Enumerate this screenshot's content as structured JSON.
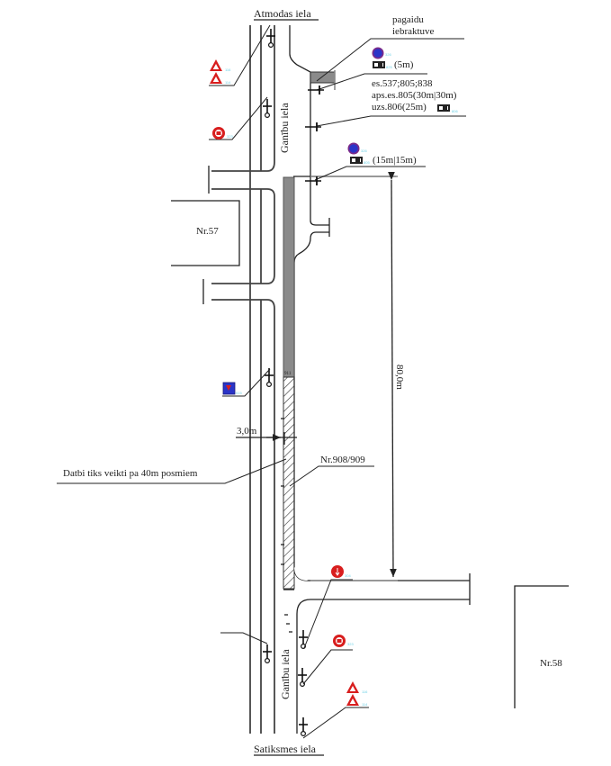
{
  "streets": {
    "top": "Atmodas  iela",
    "bottom": "Satiksmes  iela",
    "main_upper": "Ganību  iela",
    "main_lower": "Ganību  iela"
  },
  "buildings": {
    "left": "Nr.57",
    "right": "Nr.58"
  },
  "annotations": {
    "skip_label_line1": "pagaidu",
    "skip_label_line2": "iebraktuve",
    "sign_5m": "(5m)",
    "signs_line1": "es.537;805;838",
    "signs_line2": "aps.es.805(30m|30m)",
    "signs_line3": "uzs.806(25m)",
    "sign_15m": "(15m|15m)",
    "dimension_length": "80,0m",
    "dimension_width": "3,0m",
    "work_note": "Datbi tiks veikti pa 40m posmiem",
    "section_label": "Nr.908/909",
    "barrier_code": "911"
  },
  "sign_codes": {
    "warn_top": [
      "116",
      "114"
    ],
    "prohib_top_left": "323",
    "no_stop_1": "326",
    "plate_1": "825",
    "plate_2": "806",
    "no_stop_2": "326",
    "plate_3": "805",
    "info_left": "515",
    "stop_right": "304",
    "prohib_bottom": "323",
    "warn_bottom": [
      "116",
      "114"
    ]
  },
  "colors": {
    "line": "#222222",
    "sign_red": "#d81e1e",
    "sign_blue": "#2a34c8",
    "sign_purple": "#7a2a8a",
    "zone_gray": "#8a8a8a",
    "code_cyan": "#6fd0e6"
  }
}
